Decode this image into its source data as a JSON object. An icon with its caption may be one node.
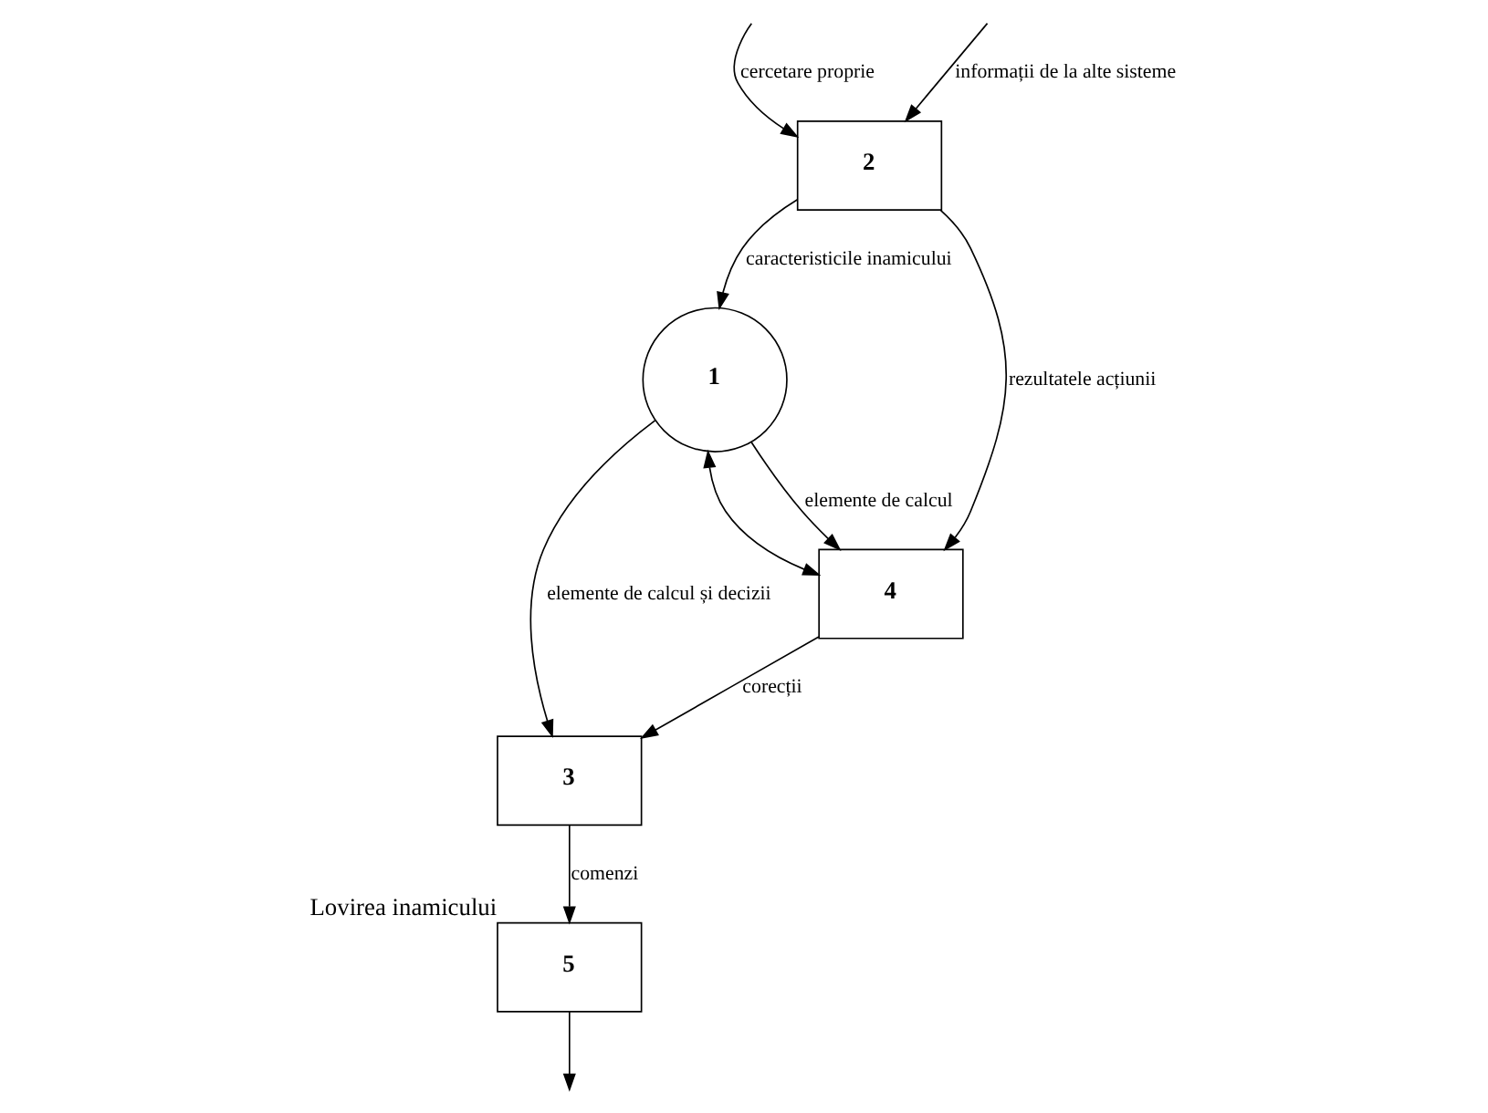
{
  "diagram": {
    "nodes": [
      {
        "text": [
          "2"
        ]
      },
      {
        "text": [
          "1"
        ]
      },
      {
        "text": [
          "4"
        ]
      },
      {
        "text": [
          "3"
        ]
      },
      {
        "text": [
          "5"
        ],
        "beside": [
          "Lovirea inamicului"
        ]
      }
    ],
    "edges": [
      {
        "from": 0,
        "to": 2,
        "arrow": "to",
        "label": "rezultatele acțiunii"
      },
      {
        "from": null,
        "to": 0,
        "arrow": "to",
        "label": "cercetare proprie"
      },
      {
        "from": null,
        "to": 0,
        "arrow": "to",
        "label": "informații de la alte sisteme"
      },
      {
        "from": 0,
        "to": 1,
        "arrow": "to",
        "label": "caracteristicile inamicului"
      },
      {
        "from": 1,
        "to": 3,
        "arrow": "to",
        "label": "elemente de calcul și decizii"
      },
      {
        "from": 2,
        "to": 1,
        "arrow": "both"
      },
      {
        "from": 1,
        "to": 2,
        "arrow": "to",
        "label": "elemente de calcul"
      },
      {
        "from": 2,
        "to": 3,
        "arrow": "to",
        "label": "corecții"
      },
      {
        "from": 3,
        "to": 4,
        "arrow": "to",
        "label": "comenzi"
      },
      {
        "from": 4,
        "to": null,
        "arrow": "to"
      }
    ]
  }
}
